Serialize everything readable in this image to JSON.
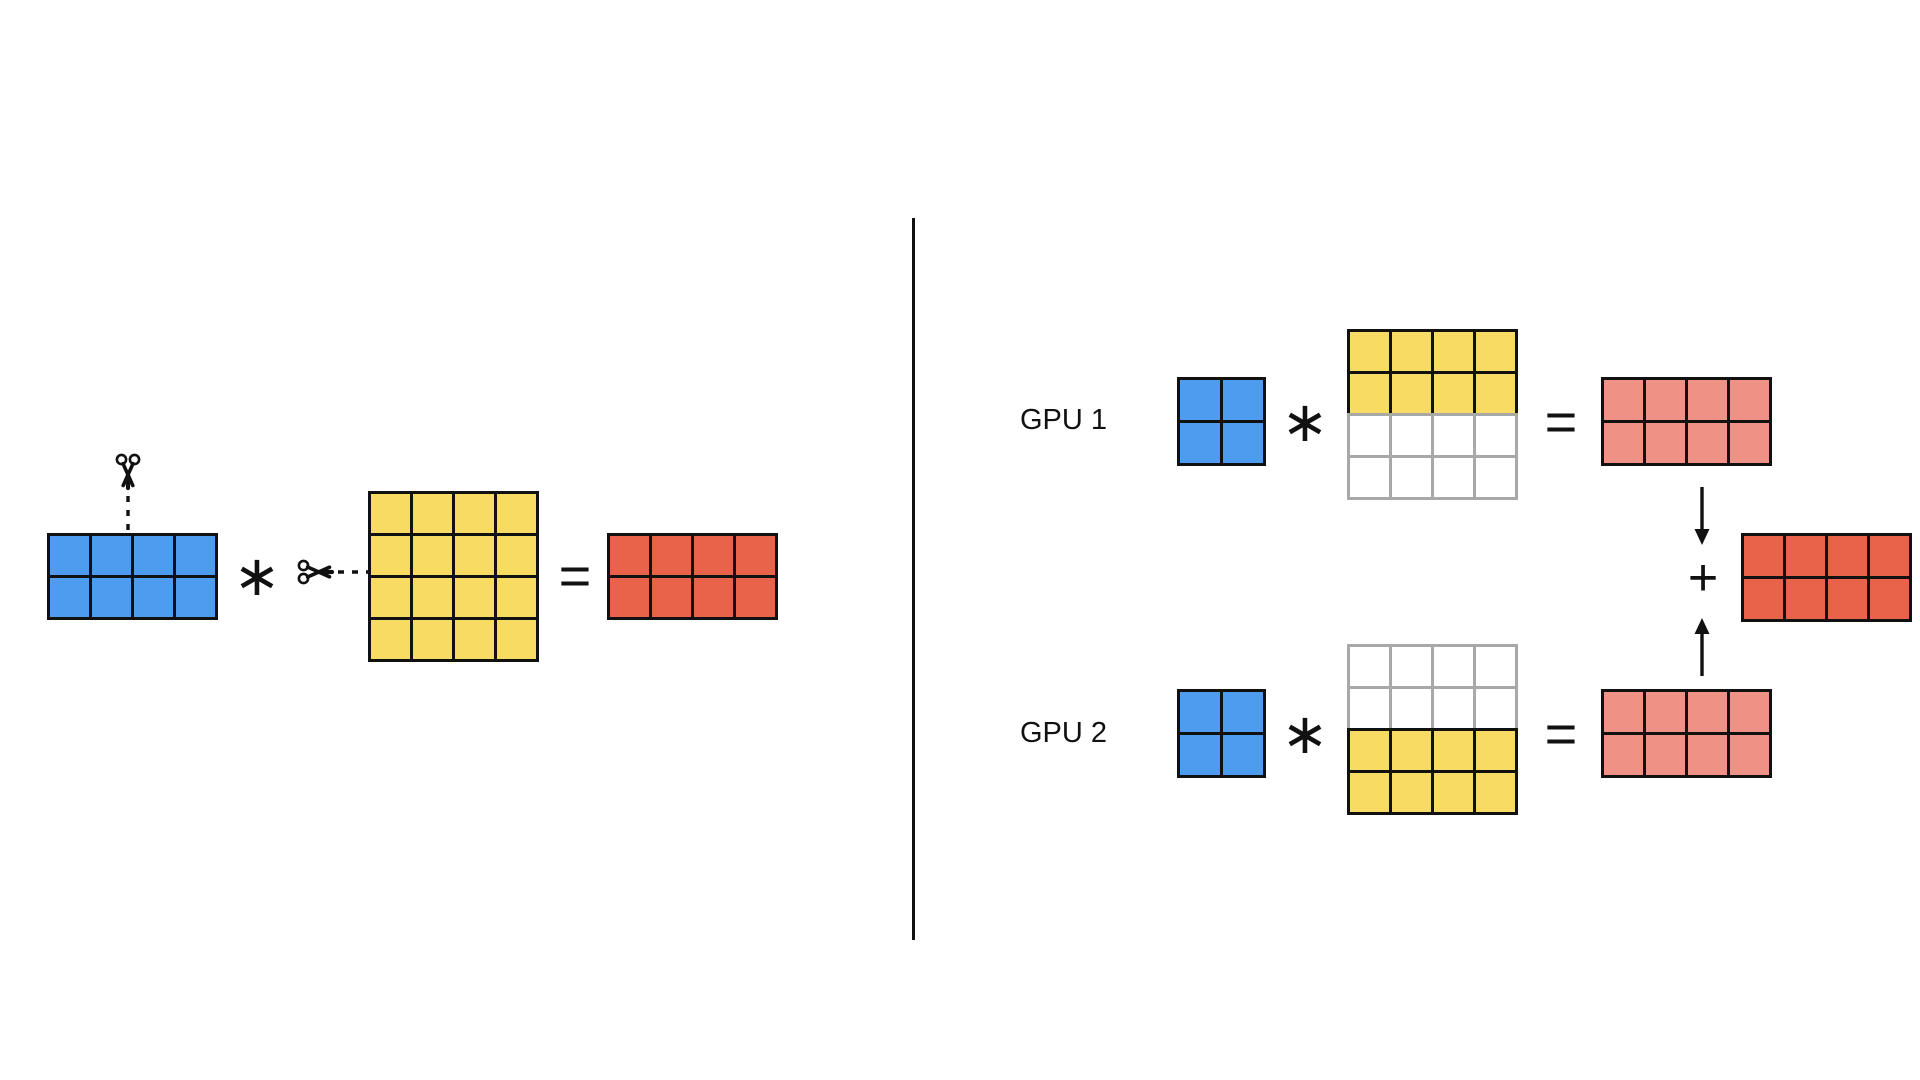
{
  "figure": {
    "type": "diagram",
    "subject": "tensor-parallel matrix multiplication split across two GPUs",
    "panels": [
      "full-computation",
      "sharded-computation"
    ]
  },
  "colors": {
    "blue": "#4d9cf0",
    "yellow": "#f7db63",
    "red": "#e8634a",
    "pink": "#ef9285",
    "empty_fill": "#ffffff",
    "empty_border": "#a8a8a8",
    "stroke": "#111111",
    "background": "#ffffff"
  },
  "left_panel": {
    "operand_a": {
      "name": "blue-input-matrix",
      "rows": 2,
      "cols": 4,
      "fill": "blue"
    },
    "operator_multiply": "∗",
    "operand_b": {
      "name": "yellow-weight-matrix",
      "rows": 4,
      "cols": 4,
      "fill": "yellow"
    },
    "operator_equals": "=",
    "result": {
      "name": "red-output-matrix",
      "rows": 2,
      "cols": 4,
      "fill": "red"
    },
    "cut_vertical": {
      "name": "scissors-vertical",
      "icon": "scissors-icon",
      "orientation": "vertical",
      "meaning": "cut columns of input matrix"
    },
    "cut_horizontal": {
      "name": "scissors-horizontal",
      "icon": "scissors-icon",
      "orientation": "horizontal",
      "meaning": "cut rows of weight matrix"
    }
  },
  "right_panel": {
    "rows": [
      {
        "label": "GPU 1",
        "operand_a": {
          "rows": 2,
          "cols": 2,
          "fill": "blue"
        },
        "operator_multiply": "∗",
        "operand_b": {
          "rows": 4,
          "cols": 4,
          "fill_pattern": "top-half-yellow",
          "filled_rows": [
            0,
            1
          ],
          "empty_rows": [
            2,
            3
          ]
        },
        "operator_equals": "=",
        "result": {
          "rows": 2,
          "cols": 4,
          "fill": "pink"
        }
      },
      {
        "label": "GPU 2",
        "operand_a": {
          "rows": 2,
          "cols": 2,
          "fill": "blue"
        },
        "operator_multiply": "∗",
        "operand_b": {
          "rows": 4,
          "cols": 4,
          "fill_pattern": "bottom-half-yellow",
          "filled_rows": [
            2,
            3
          ],
          "empty_rows": [
            0,
            1
          ]
        },
        "operator_equals": "=",
        "result": {
          "rows": 2,
          "cols": 4,
          "fill": "pink"
        }
      }
    ],
    "reduce": {
      "arrow_down": {
        "name": "arrow-down-icon",
        "direction": "down"
      },
      "operator_plus": "+",
      "arrow_up": {
        "name": "arrow-up-icon",
        "direction": "up"
      },
      "final_result": {
        "rows": 2,
        "cols": 4,
        "fill": "red"
      }
    }
  }
}
